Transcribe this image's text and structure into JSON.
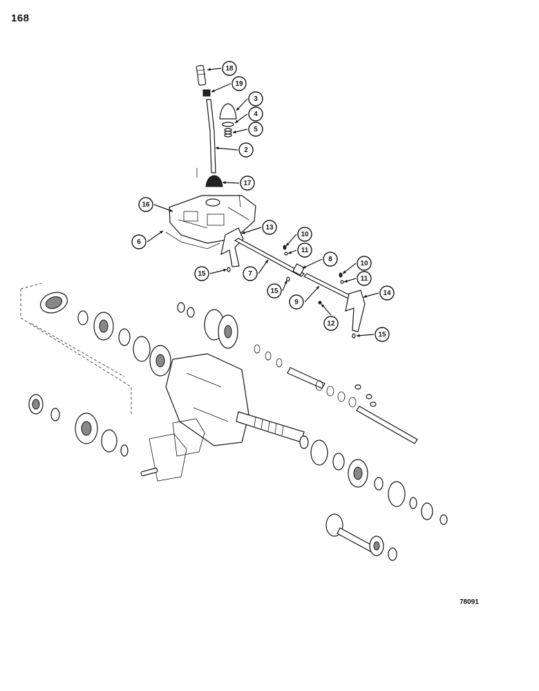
{
  "page_number": "168",
  "figure_code": "78091",
  "callouts": [
    {
      "id": "c18",
      "label": "18"
    },
    {
      "id": "c19",
      "label": "19"
    },
    {
      "id": "c3",
      "label": "3"
    },
    {
      "id": "c4",
      "label": "4"
    },
    {
      "id": "c5",
      "label": "5"
    },
    {
      "id": "c2",
      "label": "2"
    },
    {
      "id": "c17",
      "label": "17"
    },
    {
      "id": "c16",
      "label": "16"
    },
    {
      "id": "c6",
      "label": "6"
    },
    {
      "id": "c13",
      "label": "13"
    },
    {
      "id": "c10a",
      "label": "10"
    },
    {
      "id": "c11a",
      "label": "11"
    },
    {
      "id": "c15a",
      "label": "15"
    },
    {
      "id": "c7",
      "label": "7"
    },
    {
      "id": "c8",
      "label": "8"
    },
    {
      "id": "c10b",
      "label": "10"
    },
    {
      "id": "c11b",
      "label": "11"
    },
    {
      "id": "c15b",
      "label": "15"
    },
    {
      "id": "c9",
      "label": "9"
    },
    {
      "id": "c14",
      "label": "14"
    },
    {
      "id": "c12",
      "label": "12"
    },
    {
      "id": "c15c",
      "label": "15"
    }
  ]
}
